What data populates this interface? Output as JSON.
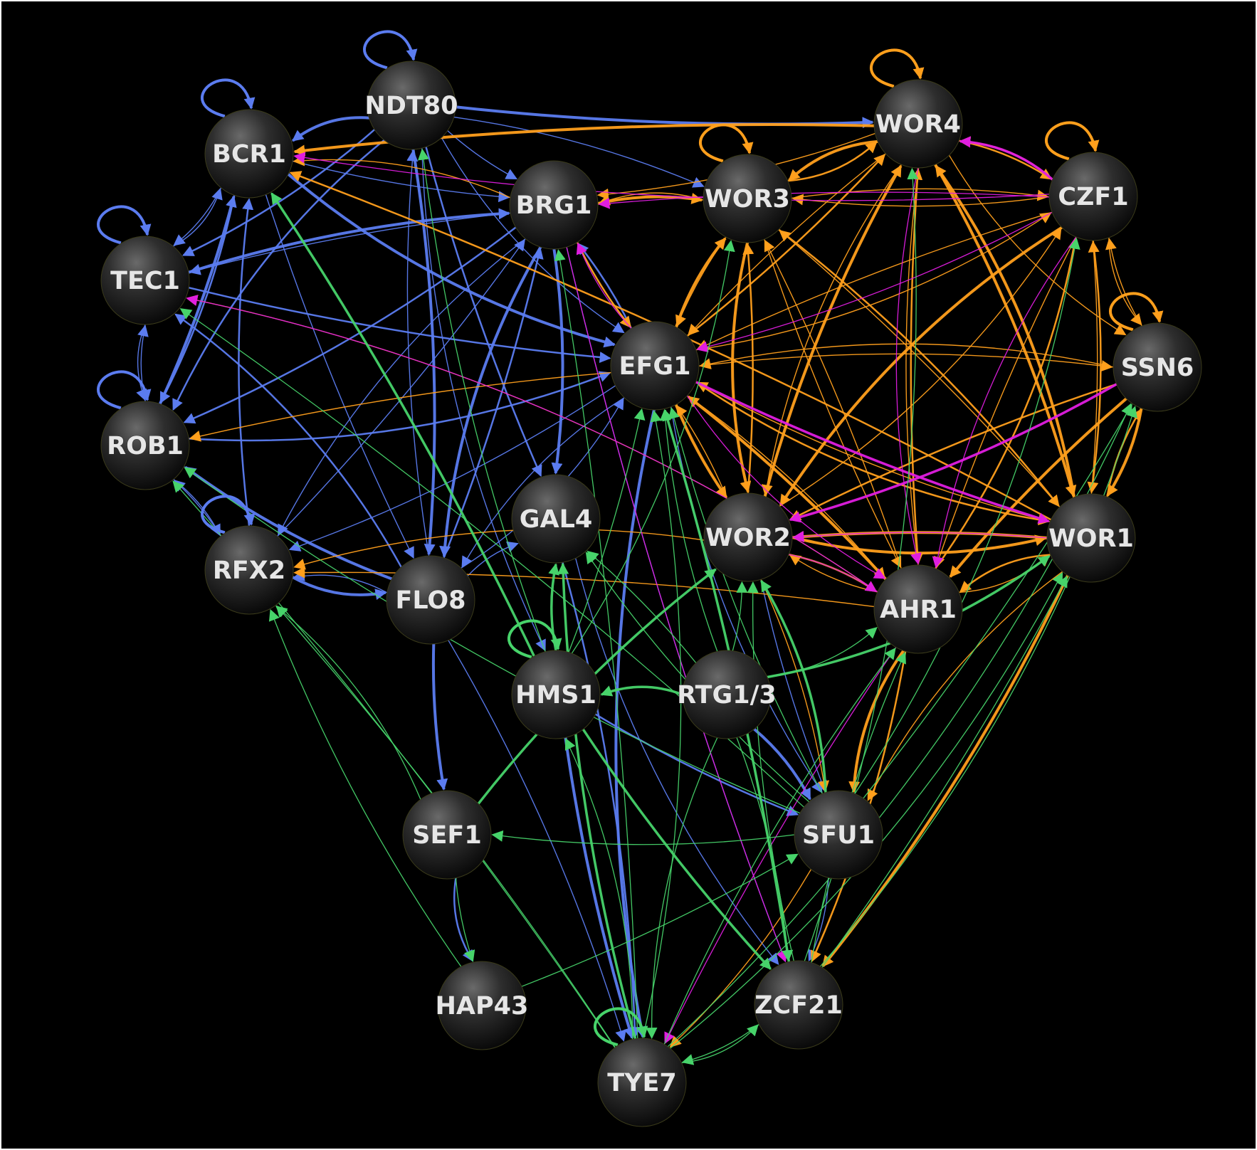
{
  "colors": {
    "background": "#000000",
    "frame": "#ffffff",
    "blue": "#5b7cf0",
    "orange": "#ff9f1c",
    "magenta": "#e01ee0",
    "green": "#47d36a",
    "node_fill": "#1c1c1c"
  },
  "nodes": [
    {
      "id": "NDT80",
      "label": "NDT80"
    },
    {
      "id": "BCR1",
      "label": "BCR1"
    },
    {
      "id": "TEC1",
      "label": "TEC1"
    },
    {
      "id": "ROB1",
      "label": "ROB1"
    },
    {
      "id": "RFX2",
      "label": "RFX2"
    },
    {
      "id": "FLO8",
      "label": "FLO8"
    },
    {
      "id": "BRG1",
      "label": "BRG1"
    },
    {
      "id": "GAL4",
      "label": "GAL4"
    },
    {
      "id": "EFG1",
      "label": "EFG1"
    },
    {
      "id": "WOR3",
      "label": "WOR3"
    },
    {
      "id": "WOR4",
      "label": "WOR4"
    },
    {
      "id": "CZF1",
      "label": "CZF1"
    },
    {
      "id": "SSN6",
      "label": "SSN6"
    },
    {
      "id": "WOR2",
      "label": "WOR2"
    },
    {
      "id": "WOR1",
      "label": "WOR1"
    },
    {
      "id": "AHR1",
      "label": "AHR1"
    },
    {
      "id": "HMS1",
      "label": "HMS1"
    },
    {
      "id": "RTG1/3",
      "label": "RTG1/3"
    },
    {
      "id": "SEF1",
      "label": "SEF1"
    },
    {
      "id": "SFU1",
      "label": "SFU1"
    },
    {
      "id": "HAP43",
      "label": "HAP43"
    },
    {
      "id": "ZCF21",
      "label": "ZCF21"
    },
    {
      "id": "TYE7",
      "label": "TYE7"
    }
  ],
  "edge_groups": [
    {
      "color": "blue",
      "edges": [
        [
          "NDT80",
          "BCR1"
        ],
        [
          "NDT80",
          "TEC1"
        ],
        [
          "NDT80",
          "BRG1"
        ],
        [
          "NDT80",
          "EFG1"
        ],
        [
          "NDT80",
          "FLO8"
        ],
        [
          "NDT80",
          "GAL4"
        ],
        [
          "NDT80",
          "HMS1"
        ],
        [
          "NDT80",
          "WOR3"
        ],
        [
          "NDT80",
          "WOR4"
        ],
        [
          "NDT80",
          "ROB1"
        ],
        [
          "BCR1",
          "TEC1"
        ],
        [
          "BCR1",
          "BRG1"
        ],
        [
          "BCR1",
          "EFG1"
        ],
        [
          "BCR1",
          "ROB1"
        ],
        [
          "BCR1",
          "FLO8"
        ],
        [
          "TEC1",
          "BCR1"
        ],
        [
          "TEC1",
          "BRG1"
        ],
        [
          "TEC1",
          "EFG1"
        ],
        [
          "TEC1",
          "ROB1"
        ],
        [
          "ROB1",
          "TEC1"
        ],
        [
          "ROB1",
          "BCR1"
        ],
        [
          "ROB1",
          "EFG1"
        ],
        [
          "ROB1",
          "RFX2"
        ],
        [
          "RFX2",
          "ROB1"
        ],
        [
          "RFX2",
          "FLO8"
        ],
        [
          "RFX2",
          "BCR1"
        ],
        [
          "RFX2",
          "BRG1"
        ],
        [
          "FLO8",
          "RFX2"
        ],
        [
          "FLO8",
          "ROB1"
        ],
        [
          "FLO8",
          "BRG1"
        ],
        [
          "FLO8",
          "EFG1"
        ],
        [
          "FLO8",
          "GAL4"
        ],
        [
          "FLO8",
          "SEF1"
        ],
        [
          "FLO8",
          "TEC1"
        ],
        [
          "FLO8",
          "NDT80"
        ],
        [
          "BRG1",
          "EFG1"
        ],
        [
          "BRG1",
          "FLO8"
        ],
        [
          "BRG1",
          "ROB1"
        ],
        [
          "BRG1",
          "TEC1"
        ],
        [
          "BRG1",
          "RFX2"
        ],
        [
          "BRG1",
          "GAL4"
        ],
        [
          "EFG1",
          "BRG1"
        ],
        [
          "EFG1",
          "FLO8"
        ],
        [
          "EFG1",
          "RFX2"
        ],
        [
          "HMS1",
          "TYE7"
        ],
        [
          "SEF1",
          "HAP43"
        ],
        [
          "SFU1",
          "ZCF21"
        ],
        [
          "WOR2",
          "SFU1"
        ],
        [
          "EFG1",
          "TYE7"
        ],
        [
          "GAL4",
          "TYE7"
        ],
        [
          "BRG1",
          "ZCF21"
        ],
        [
          "EFG1",
          "SFU1"
        ],
        [
          "RTG1/3",
          "SFU1"
        ],
        [
          "HMS1",
          "SFU1"
        ],
        [
          "GAL4",
          "ZCF21"
        ],
        [
          "FLO8",
          "TYE7"
        ]
      ]
    },
    {
      "color": "orange",
      "edges": [
        [
          "WOR4",
          "WOR3"
        ],
        [
          "WOR4",
          "CZF1"
        ],
        [
          "WOR4",
          "EFG1"
        ],
        [
          "WOR4",
          "WOR2"
        ],
        [
          "WOR4",
          "WOR1"
        ],
        [
          "WOR4",
          "AHR1"
        ],
        [
          "WOR4",
          "SSN6"
        ],
        [
          "WOR4",
          "BRG1"
        ],
        [
          "WOR4",
          "BCR1"
        ],
        [
          "CZF1",
          "WOR4"
        ],
        [
          "CZF1",
          "WOR3"
        ],
        [
          "CZF1",
          "EFG1"
        ],
        [
          "CZF1",
          "WOR2"
        ],
        [
          "CZF1",
          "WOR1"
        ],
        [
          "CZF1",
          "AHR1"
        ],
        [
          "CZF1",
          "SSN6"
        ],
        [
          "SSN6",
          "WOR1"
        ],
        [
          "SSN6",
          "WOR2"
        ],
        [
          "SSN6",
          "EFG1"
        ],
        [
          "SSN6",
          "CZF1"
        ],
        [
          "SSN6",
          "AHR1"
        ],
        [
          "WOR3",
          "WOR4"
        ],
        [
          "WOR3",
          "CZF1"
        ],
        [
          "WOR3",
          "EFG1"
        ],
        [
          "WOR3",
          "WOR2"
        ],
        [
          "WOR3",
          "WOR1"
        ],
        [
          "WOR3",
          "AHR1"
        ],
        [
          "WOR3",
          "BRG1"
        ],
        [
          "EFG1",
          "WOR3"
        ],
        [
          "EFG1",
          "WOR4"
        ],
        [
          "EFG1",
          "CZF1"
        ],
        [
          "EFG1",
          "SSN6"
        ],
        [
          "EFG1",
          "WOR2"
        ],
        [
          "EFG1",
          "WOR1"
        ],
        [
          "EFG1",
          "AHR1"
        ],
        [
          "EFG1",
          "ROB1"
        ],
        [
          "WOR2",
          "WOR1"
        ],
        [
          "WOR2",
          "AHR1"
        ],
        [
          "WOR2",
          "EFG1"
        ],
        [
          "WOR2",
          "CZF1"
        ],
        [
          "WOR2",
          "WOR4"
        ],
        [
          "WOR2",
          "WOR3"
        ],
        [
          "WOR2",
          "RFX2"
        ],
        [
          "WOR2",
          "SFU1"
        ],
        [
          "WOR1",
          "WOR2"
        ],
        [
          "WOR1",
          "AHR1"
        ],
        [
          "WOR1",
          "EFG1"
        ],
        [
          "WOR1",
          "CZF1"
        ],
        [
          "WOR1",
          "WOR4"
        ],
        [
          "WOR1",
          "SSN6"
        ],
        [
          "WOR1",
          "WOR3"
        ],
        [
          "WOR1",
          "SFU1"
        ],
        [
          "WOR1",
          "ZCF21"
        ],
        [
          "WOR1",
          "BCR1"
        ],
        [
          "AHR1",
          "WOR1"
        ],
        [
          "AHR1",
          "WOR2"
        ],
        [
          "AHR1",
          "EFG1"
        ],
        [
          "AHR1",
          "CZF1"
        ],
        [
          "AHR1",
          "WOR4"
        ],
        [
          "AHR1",
          "WOR3"
        ],
        [
          "AHR1",
          "SFU1"
        ],
        [
          "AHR1",
          "ZCF21"
        ],
        [
          "AHR1",
          "RFX2"
        ],
        [
          "AHR1",
          "TEC1"
        ],
        [
          "BRG1",
          "WOR3"
        ],
        [
          "BRG1",
          "EFG1"
        ],
        [
          "BRG1",
          "BCR1"
        ],
        [
          "SFU1",
          "TYE7"
        ]
      ]
    },
    {
      "color": "magenta",
      "edges": [
        [
          "CZF1",
          "WOR4"
        ],
        [
          "CZF1",
          "EFG1"
        ],
        [
          "CZF1",
          "BRG1"
        ],
        [
          "WOR4",
          "AHR1"
        ],
        [
          "EFG1",
          "BRG1"
        ],
        [
          "EFG1",
          "WOR1"
        ],
        [
          "EFG1",
          "AHR1"
        ],
        [
          "WOR2",
          "AHR1"
        ],
        [
          "WOR1",
          "WOR2"
        ],
        [
          "CZF1",
          "AHR1"
        ],
        [
          "SSN6",
          "WOR2"
        ],
        [
          "AHR1",
          "TYE7"
        ],
        [
          "AHR1",
          "TEC1"
        ],
        [
          "CZF1",
          "BCR1"
        ],
        [
          "BRG1",
          "ZCF21"
        ]
      ]
    },
    {
      "color": "green",
      "edges": [
        [
          "RTG1/3",
          "HMS1"
        ],
        [
          "SFU1",
          "SEF1"
        ],
        [
          "HAP43",
          "SFU1"
        ],
        [
          "TYE7",
          "ZCF21"
        ],
        [
          "ZCF21",
          "TYE7"
        ],
        [
          "HMS1",
          "ZCF21"
        ],
        [
          "RTG1/3",
          "TYE7"
        ],
        [
          "RTG1/3",
          "ZCF21"
        ],
        [
          "SEF1",
          "HAP43"
        ],
        [
          "TYE7",
          "HMS1"
        ],
        [
          "HMS1",
          "GAL4"
        ],
        [
          "RTG1/3",
          "WOR2"
        ],
        [
          "RTG1/3",
          "AHR1"
        ],
        [
          "RTG1/3",
          "EFG1"
        ],
        [
          "RTG1/3",
          "GAL4"
        ],
        [
          "RTG1/3",
          "WOR1"
        ],
        [
          "ZCF21",
          "AHR1"
        ],
        [
          "ZCF21",
          "WOR1"
        ],
        [
          "ZCF21",
          "SSN6"
        ],
        [
          "ZCF21",
          "WOR2"
        ],
        [
          "ZCF21",
          "EFG1"
        ],
        [
          "TYE7",
          "WOR1"
        ],
        [
          "TYE7",
          "AHR1"
        ],
        [
          "TYE7",
          "RFX2"
        ],
        [
          "TYE7",
          "EFG1"
        ],
        [
          "TYE7",
          "GAL4"
        ],
        [
          "TYE7",
          "ROB1"
        ],
        [
          "TYE7",
          "SSN6"
        ],
        [
          "SFU1",
          "ROB1"
        ],
        [
          "SFU1",
          "TEC1"
        ],
        [
          "SFU1",
          "WOR2"
        ],
        [
          "SFU1",
          "EFG1"
        ],
        [
          "SFU1",
          "SSN6"
        ],
        [
          "SFU1",
          "CZF1"
        ],
        [
          "SFU1",
          "GAL4"
        ],
        [
          "HMS1",
          "BCR1"
        ],
        [
          "HMS1",
          "WOR3"
        ],
        [
          "HMS1",
          "NDT80"
        ],
        [
          "HMS1",
          "EFG1"
        ],
        [
          "SEF1",
          "RFX2"
        ],
        [
          "SEF1",
          "WOR2"
        ],
        [
          "TYE7",
          "BRG1"
        ],
        [
          "ZCF21",
          "WOR4"
        ],
        [
          "HAP43",
          "RFX2"
        ]
      ]
    }
  ],
  "self_loops": [
    {
      "node": "NDT80",
      "color": "blue"
    },
    {
      "node": "BCR1",
      "color": "blue"
    },
    {
      "node": "TEC1",
      "color": "blue"
    },
    {
      "node": "ROB1",
      "color": "blue"
    },
    {
      "node": "RFX2",
      "color": "blue"
    },
    {
      "node": "WOR4",
      "color": "orange"
    },
    {
      "node": "CZF1",
      "color": "orange"
    },
    {
      "node": "SSN6",
      "color": "orange"
    },
    {
      "node": "WOR3",
      "color": "orange"
    },
    {
      "node": "TYE7",
      "color": "green"
    },
    {
      "node": "HMS1",
      "color": "green"
    }
  ]
}
